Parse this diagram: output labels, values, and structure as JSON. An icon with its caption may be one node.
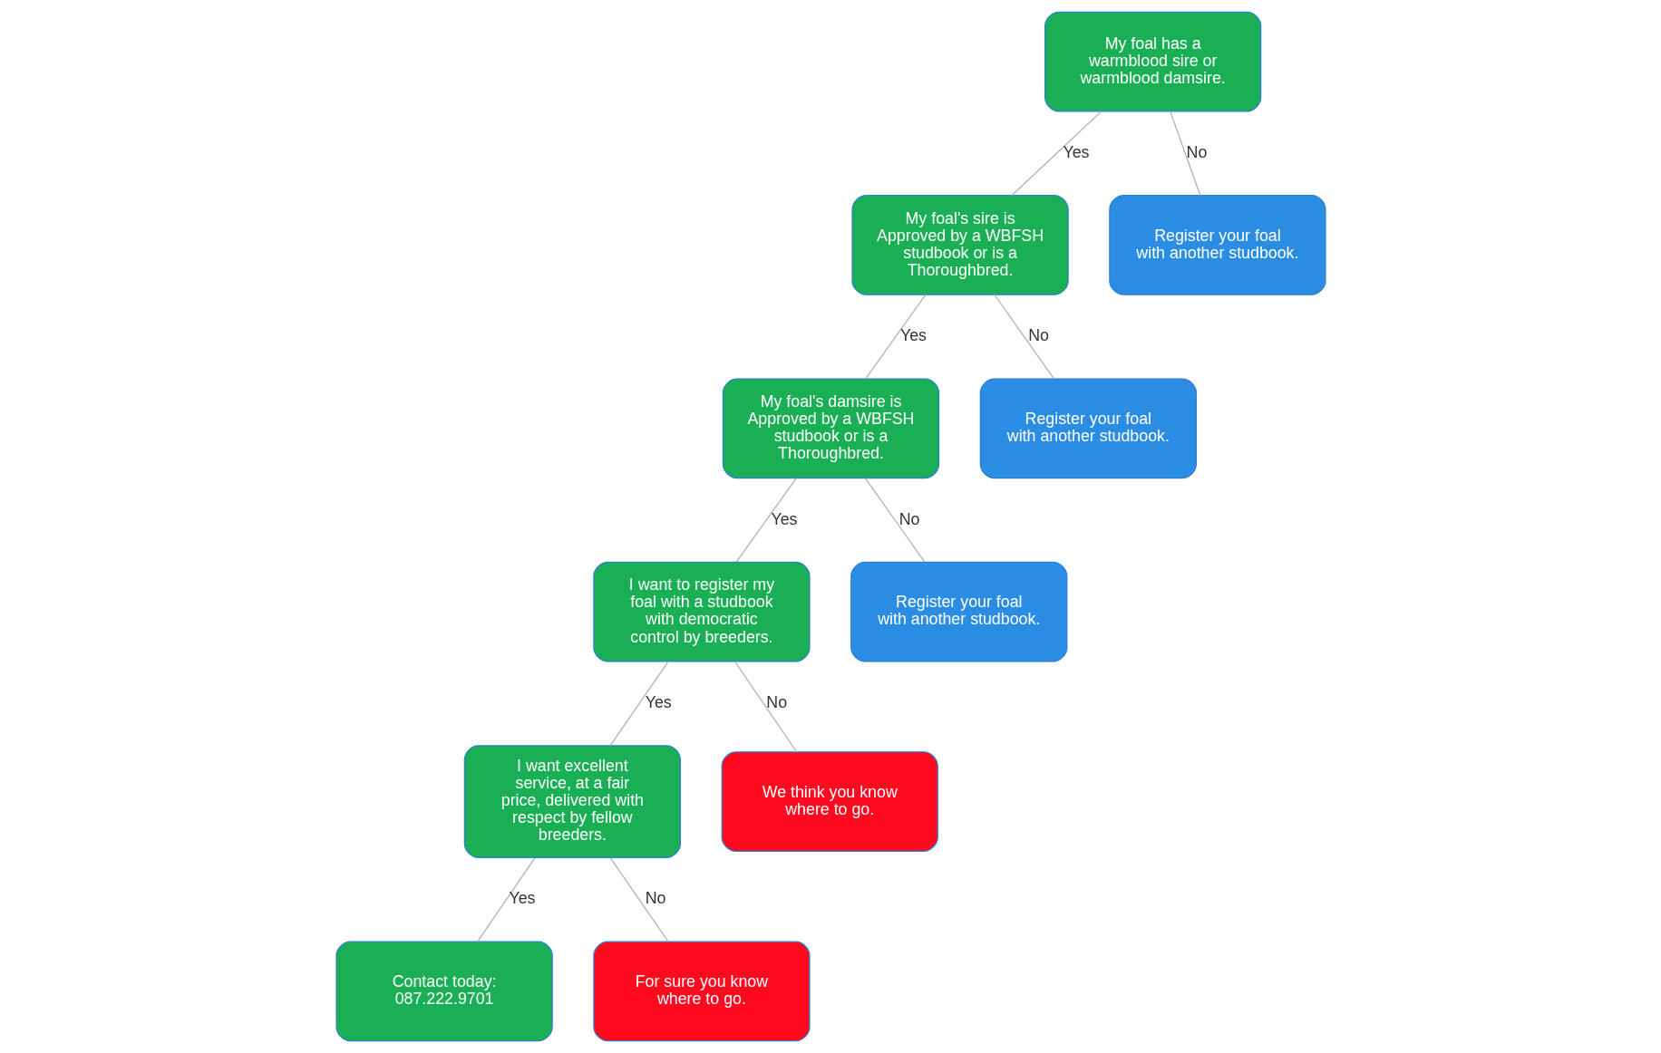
{
  "diagram": {
    "nodes": [
      {
        "text": [
          "My foal has a warmblood sire or warmblood damsire."
        ]
      },
      {
        "text": [
          "My foal's sire is Approved by a WBFSH studbook or is a Thoroughbred."
        ]
      },
      {
        "text": [
          "Register your foal with another studbook."
        ]
      },
      {
        "text": [
          "My foal's damsire is Approved by a WBFSH studbook or is a Thoroughbred."
        ]
      },
      {
        "text": [
          "Register your foal with another studbook."
        ]
      },
      {
        "text": [
          "I want to register my foal with a studbook with democratic control by breeders."
        ]
      },
      {
        "text": [
          "Register your foal with another studbook."
        ]
      },
      {
        "text": [
          "I want excellent service, at a fair price, delivered with respect by fellow breeders."
        ]
      },
      {
        "text": [
          "We think you know where to go."
        ]
      },
      {
        "text": [
          "Contact today: 087.222.9701"
        ]
      },
      {
        "text": [
          "For sure you know where to go."
        ]
      }
    ],
    "edges": [
      {
        "from": 0,
        "to": 1,
        "arrow": "none",
        "label": "Yes"
      },
      {
        "from": 0,
        "to": 2,
        "arrow": "none",
        "label": "No"
      },
      {
        "from": 1,
        "to": 3,
        "arrow": "none",
        "label": "Yes"
      },
      {
        "from": 1,
        "to": 4,
        "arrow": "none",
        "label": "No"
      },
      {
        "from": 3,
        "to": 5,
        "arrow": "none",
        "label": "Yes"
      },
      {
        "from": 3,
        "to": 6,
        "arrow": "none",
        "label": "No"
      },
      {
        "from": 5,
        "to": 7,
        "arrow": "none",
        "label": "Yes"
      },
      {
        "from": 5,
        "to": 8,
        "arrow": "none",
        "label": "No"
      },
      {
        "from": 7,
        "to": 9,
        "arrow": "none",
        "label": "Yes"
      },
      {
        "from": 7,
        "to": 10,
        "arrow": "none",
        "label": "No"
      }
    ]
  }
}
